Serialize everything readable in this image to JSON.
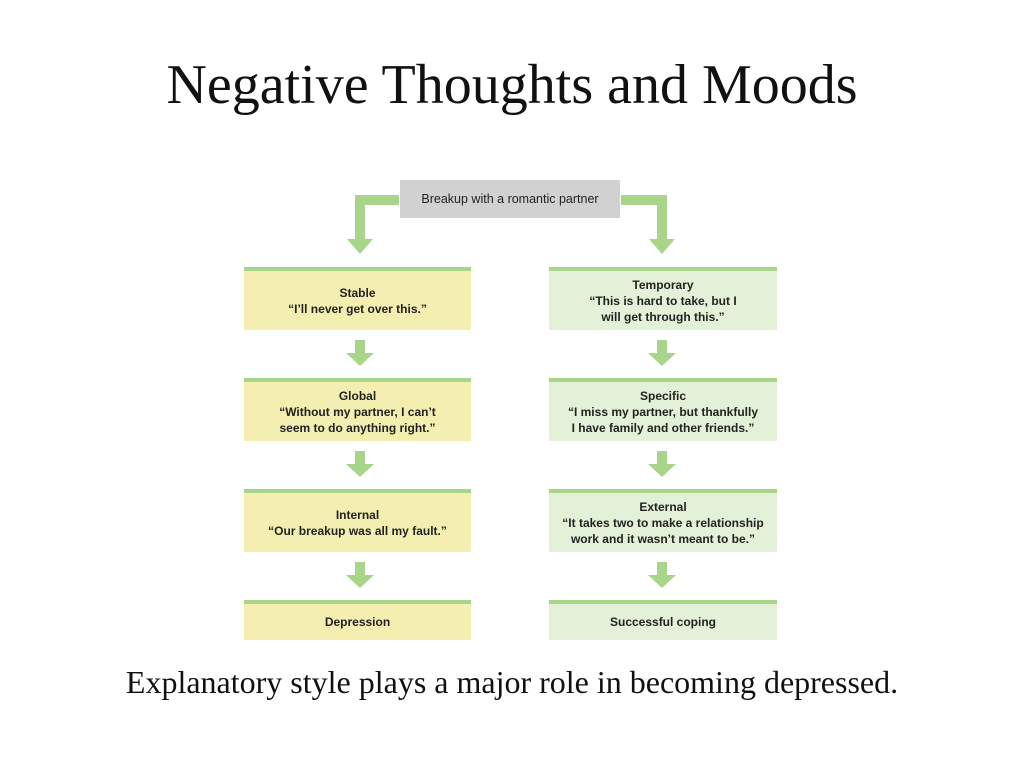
{
  "slide": {
    "title": "Negative Thoughts and Moods",
    "caption": "Explanatory style plays a major role in becoming depressed."
  },
  "diagram": {
    "colors": {
      "arrow": "#a8d58a",
      "negative_box": "#f4efb0",
      "positive_box": "#e3f1d8",
      "event_box": "#d1d1d1"
    },
    "event": "Breakup with a romantic partner",
    "negative": {
      "stable": {
        "heading": "Stable",
        "quote": "“I’ll never get over this.”"
      },
      "global": {
        "heading": "Global",
        "quote": "“Without my partner, I can’t\nseem to do anything right.”"
      },
      "internal": {
        "heading": "Internal",
        "quote": "“Our breakup was all my fault.”"
      },
      "outcome": "Depression"
    },
    "positive": {
      "temporary": {
        "heading": "Temporary",
        "quote": "“This is hard to take, but I\nwill get through this.”"
      },
      "specific": {
        "heading": "Specific",
        "quote": "“I miss my partner, but thankfully\nI have family and other friends.”"
      },
      "external": {
        "heading": "External",
        "quote": "“It takes two to make a relationship\nwork and it wasn’t meant to be.”"
      },
      "outcome": "Successful coping"
    }
  }
}
